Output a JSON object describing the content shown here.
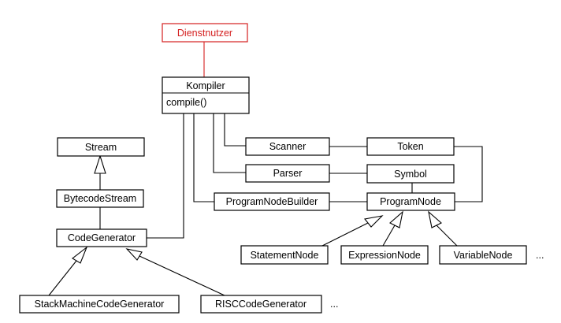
{
  "colors": {
    "client": "#d42020",
    "line": "#000000"
  },
  "classes": {
    "dienstnutzer": "Dienstnutzer",
    "kompiler": "Kompiler",
    "kompiler_method": "compile()",
    "stream": "Stream",
    "bytecode_stream": "BytecodeStream",
    "code_generator": "CodeGenerator",
    "stack_machine_code_generator": "StackMachineCodeGenerator",
    "risc_code_generator": "RISCCodeGenerator",
    "scanner": "Scanner",
    "token": "Token",
    "parser": "Parser",
    "symbol": "Symbol",
    "program_node_builder": "ProgramNodeBuilder",
    "program_node": "ProgramNode",
    "statement_node": "StatementNode",
    "expression_node": "ExpressionNode",
    "variable_node": "VariableNode"
  },
  "ellipsis": {
    "code_generators": "...",
    "program_nodes": "..."
  }
}
